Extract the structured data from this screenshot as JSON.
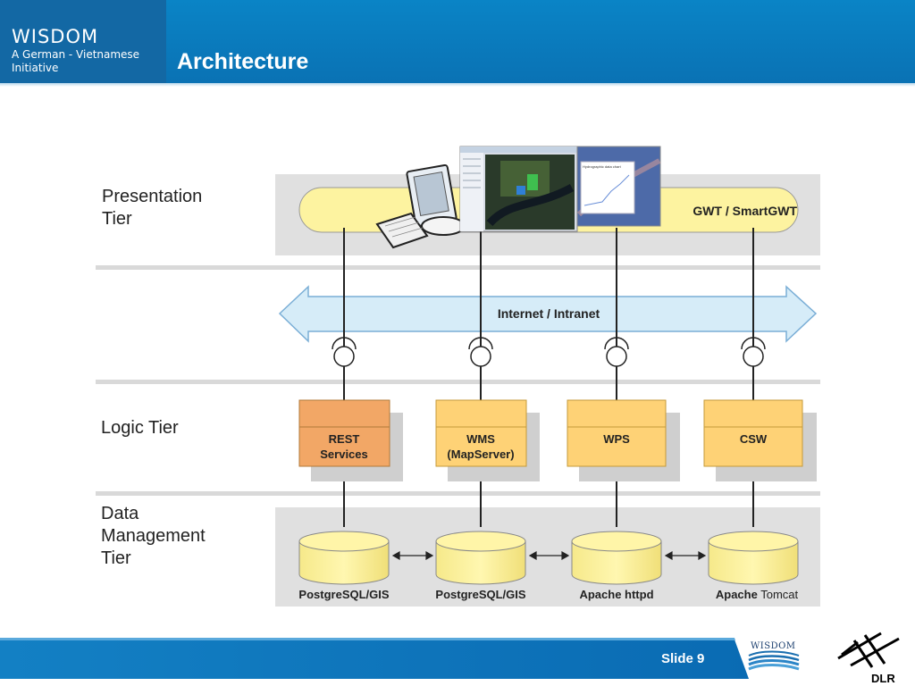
{
  "header": {
    "brand_name": "WISDOM",
    "brand_subtitle": "A German - Vietnamese Initiative",
    "title": "Architecture"
  },
  "tiers": {
    "presentation": "Presentation Tier",
    "logic": "Logic Tier",
    "data": "Data Management Tier"
  },
  "presentation": {
    "client_label": "GWT / SmartGWT"
  },
  "network": {
    "label": "Internet / Intranet"
  },
  "services": [
    {
      "line1": "REST",
      "line2": "Services"
    },
    {
      "line1": "WMS",
      "line2": "(MapServer)"
    },
    {
      "line1": "WPS",
      "line2": ""
    },
    {
      "line1": "CSW",
      "line2": ""
    }
  ],
  "databases": [
    {
      "label": "PostgreSQL/GIS"
    },
    {
      "label": "PostgreSQL/GIS"
    },
    {
      "label": "Apache httpd"
    },
    {
      "label_bold": "Apache",
      "label_normal": "Tomcat"
    }
  ],
  "screenshots": {
    "chart_title": "Hydrographic data chart"
  },
  "footer": {
    "slide_label": "Slide 9",
    "logo_text": "WISDOM",
    "dlr_text": "DLR"
  },
  "colors": {
    "header_blue": "#0a7cc0",
    "brand_dark": "#1368a4",
    "tier_band": "#e0e0e0",
    "client_bar": "#fdf3a0",
    "network_arrow": "#d6ecf8",
    "rest_box": "#f2a766",
    "service_box": "#fed276",
    "db_yellow": "#fff3a0"
  }
}
